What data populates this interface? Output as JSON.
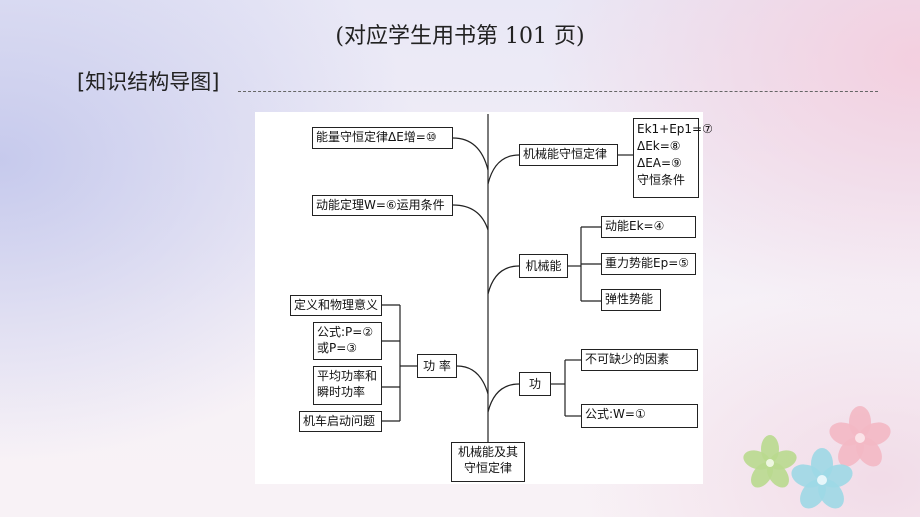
{
  "header": {
    "page_ref": "(对应学生用书第 101 页)",
    "section_title": "[知识结构导图]"
  },
  "diagram": {
    "root": "机械能及其守恒定律",
    "left": {
      "energy_conservation": "能量守恒定律ΔE增=⑩",
      "kinetic_theorem": "动能定理W=⑥运用条件",
      "power": {
        "label": "功 率",
        "children": [
          "定义和物理意义",
          "公式:P=②或P=③",
          "平均功率和瞬时功率",
          "机车启动问题"
        ]
      }
    },
    "right": {
      "mechanical_conservation": {
        "label": "机械能守恒定律",
        "children": [
          "Ek1+Ep1=⑦",
          "ΔEk=⑧",
          "ΔEA=⑨",
          "守恒条件"
        ]
      },
      "mechanical_energy": {
        "label": "机械能",
        "children": [
          "动能Ek=④",
          "重力势能Ep=⑤",
          "弹性势能"
        ]
      },
      "work": {
        "label": "功",
        "children": [
          "不可缺少的因素",
          "公式:W=①"
        ]
      }
    }
  }
}
